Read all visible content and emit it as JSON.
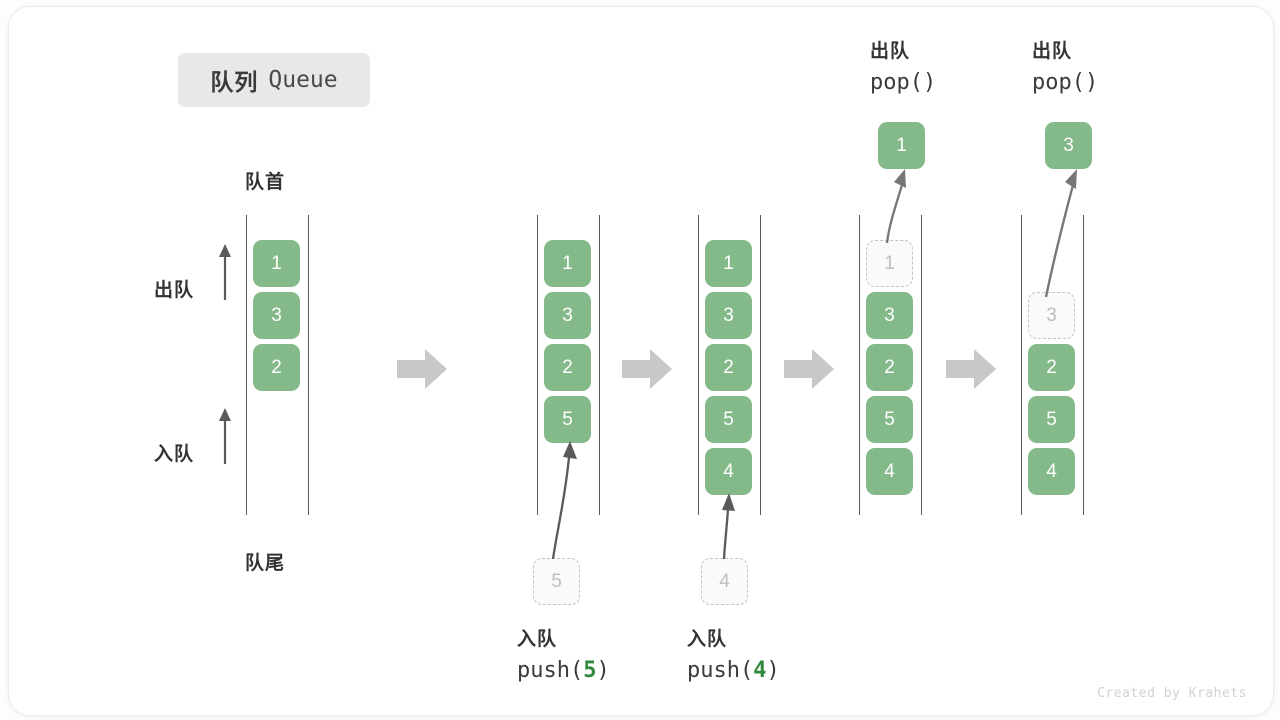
{
  "title": {
    "cn": "队列",
    "en": "Queue"
  },
  "labels": {
    "head": "队首",
    "tail": "队尾",
    "pop_side": "出队",
    "push_side": "入队"
  },
  "colors": {
    "element_fill": "#84b98a",
    "element_text": "#ffffff",
    "ghost_fill": "#fafafa",
    "ghost_border": "#c4c4c4",
    "ghost_text": "#bdbdbd",
    "rail": "#5a5a5a",
    "separator_arrow": "#c8c8c8",
    "badge_bg": "#e8e8e8",
    "accent_code": "#2f8a3e"
  },
  "columns": [
    {
      "name": "initial-queue",
      "slots": [
        {
          "value": "1",
          "state": "filled"
        },
        {
          "value": "3",
          "state": "filled"
        },
        {
          "value": "2",
          "state": "filled"
        }
      ]
    },
    {
      "name": "after-push-5",
      "slots": [
        {
          "value": "1",
          "state": "filled"
        },
        {
          "value": "3",
          "state": "filled"
        },
        {
          "value": "2",
          "state": "filled"
        },
        {
          "value": "5",
          "state": "filled"
        }
      ]
    },
    {
      "name": "after-push-4",
      "slots": [
        {
          "value": "1",
          "state": "filled"
        },
        {
          "value": "3",
          "state": "filled"
        },
        {
          "value": "2",
          "state": "filled"
        },
        {
          "value": "5",
          "state": "filled"
        },
        {
          "value": "4",
          "state": "filled"
        }
      ]
    },
    {
      "name": "after-pop-1",
      "slots": [
        {
          "value": "1",
          "state": "ghost"
        },
        {
          "value": "3",
          "state": "filled"
        },
        {
          "value": "2",
          "state": "filled"
        },
        {
          "value": "5",
          "state": "filled"
        },
        {
          "value": "4",
          "state": "filled"
        }
      ]
    },
    {
      "name": "after-pop-3",
      "slots": [
        {
          "value": "",
          "state": "empty"
        },
        {
          "value": "3",
          "state": "ghost"
        },
        {
          "value": "2",
          "state": "filled"
        },
        {
          "value": "5",
          "state": "filled"
        },
        {
          "value": "4",
          "state": "filled"
        }
      ]
    }
  ],
  "incoming": [
    {
      "name": "push-5-source",
      "value": "5"
    },
    {
      "name": "push-4-source",
      "value": "4"
    }
  ],
  "outgoing": [
    {
      "name": "pop-1-result",
      "value": "1"
    },
    {
      "name": "pop-3-result",
      "value": "3"
    }
  ],
  "operations": {
    "push": [
      {
        "cn": "入队",
        "fn": "push(",
        "arg": "5",
        "close": ")"
      },
      {
        "cn": "入队",
        "fn": "push(",
        "arg": "4",
        "close": ")"
      }
    ],
    "pop": [
      {
        "cn": "出队",
        "code": "pop()"
      },
      {
        "cn": "出队",
        "code": "pop()"
      }
    ]
  },
  "footer": {
    "credit": "Created by Krahets"
  }
}
